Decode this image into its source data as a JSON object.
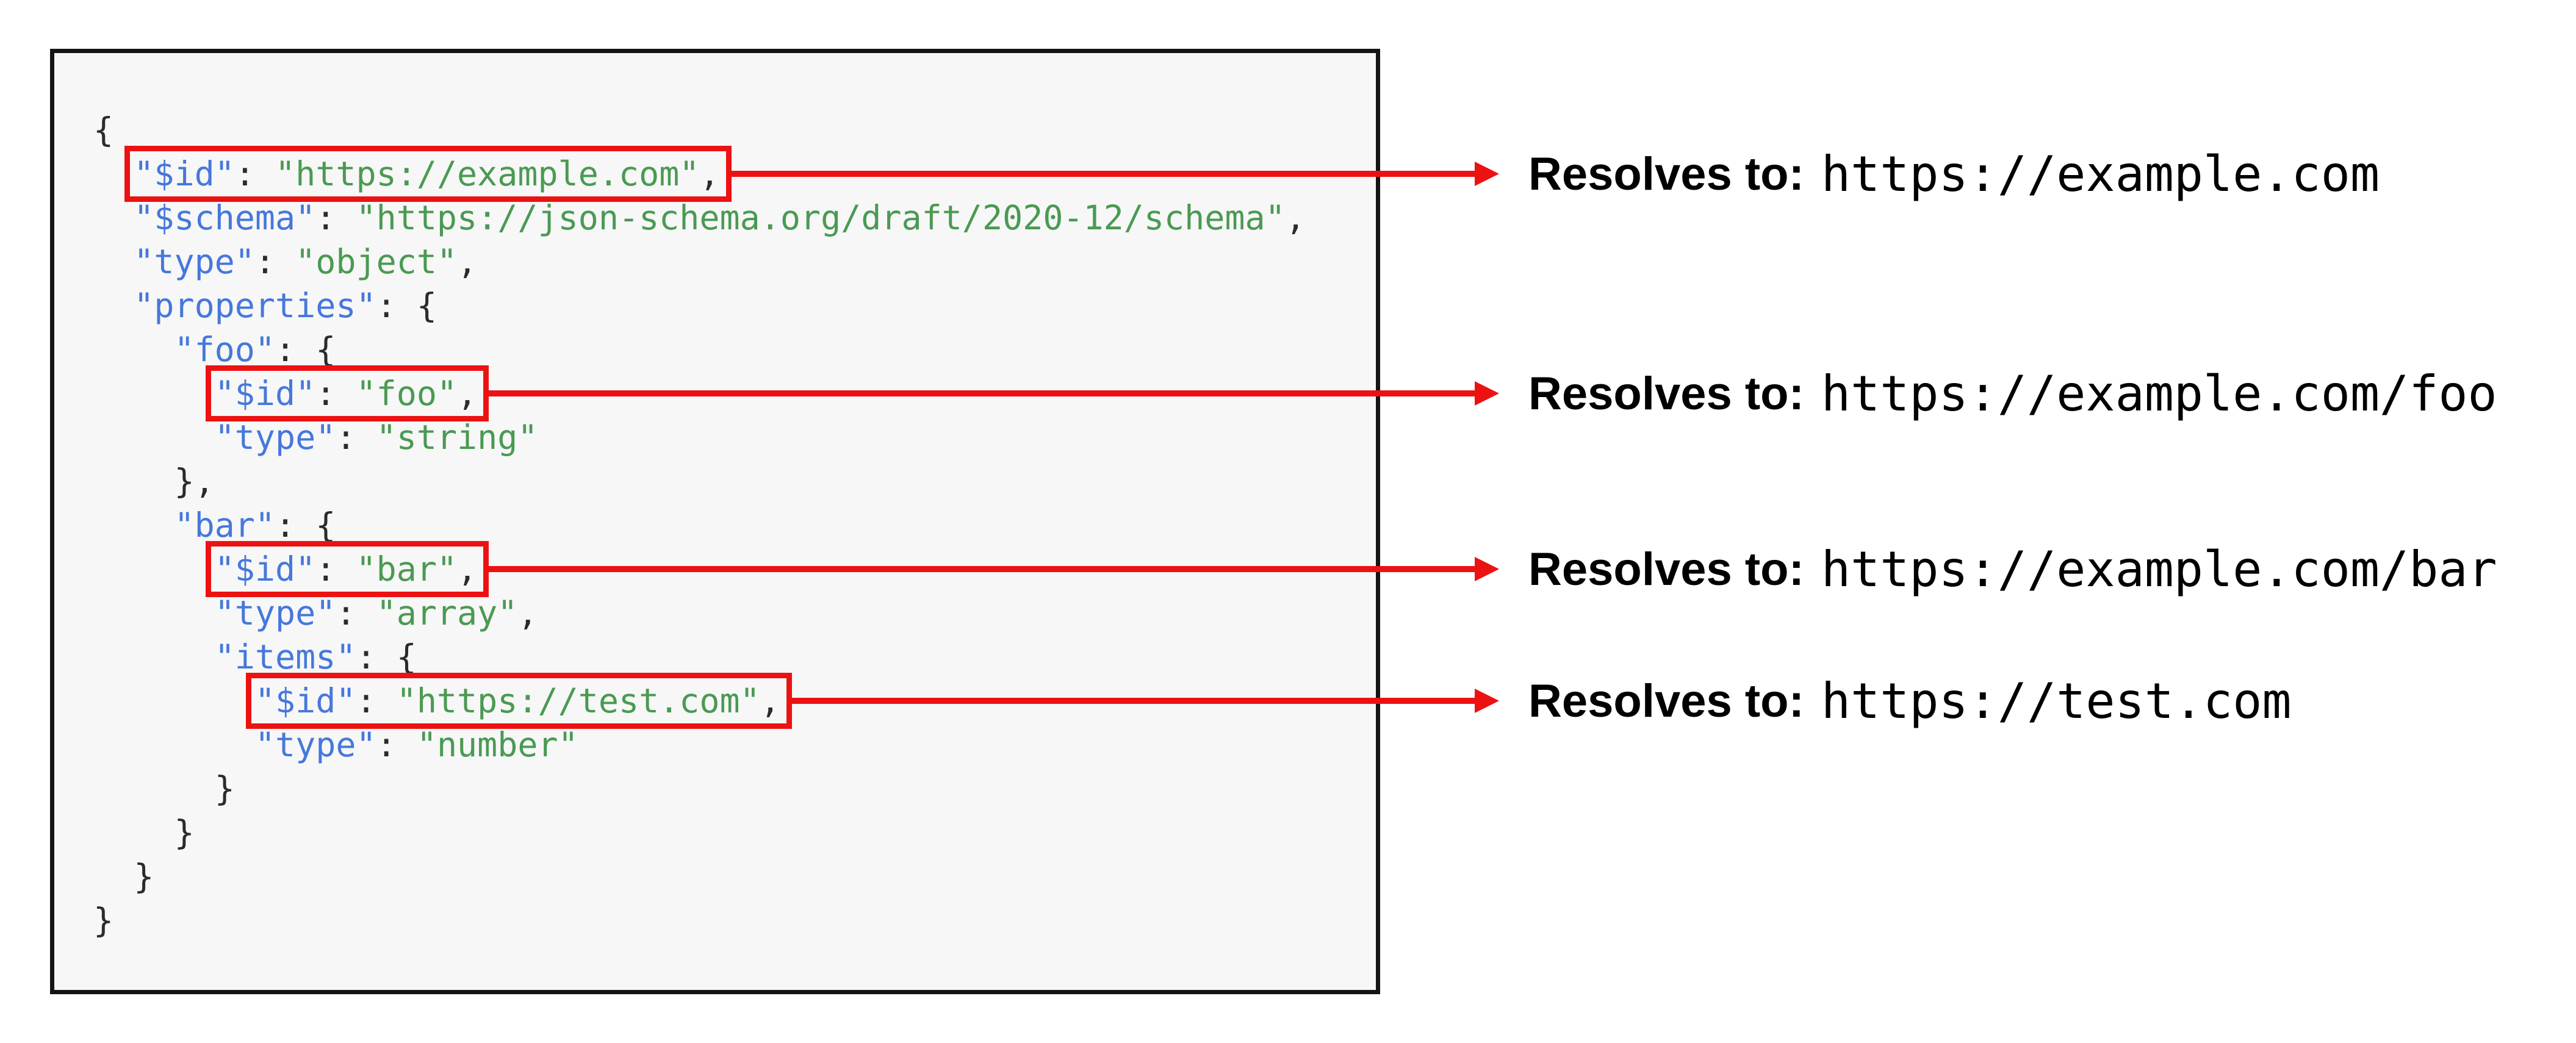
{
  "colors": {
    "key": "#4678dc",
    "string": "#4a9a52",
    "punct": "#2b2b2b",
    "red": "#ec1212",
    "code_bg": "#f7f7f7",
    "box_border": "#141414",
    "page_bg": "#ffffff",
    "annotation_text": "#000000"
  },
  "code_box": {
    "language": "json",
    "lines": [
      {
        "indent": 0,
        "tokens": [
          {
            "c": "p",
            "v": "{"
          }
        ]
      },
      {
        "indent": 1,
        "highlight": 0,
        "tokens": [
          {
            "c": "k",
            "v": "\"$id\""
          },
          {
            "c": "p",
            "v": ": "
          },
          {
            "c": "s",
            "v": "\"https://example.com\""
          },
          {
            "c": "p",
            "v": ","
          }
        ]
      },
      {
        "indent": 1,
        "tokens": [
          {
            "c": "k",
            "v": "\"$schema\""
          },
          {
            "c": "p",
            "v": ": "
          },
          {
            "c": "s",
            "v": "\"https://json-schema.org/draft/2020-12/schema\""
          },
          {
            "c": "p",
            "v": ","
          }
        ]
      },
      {
        "indent": 1,
        "tokens": [
          {
            "c": "k",
            "v": "\"type\""
          },
          {
            "c": "p",
            "v": ": "
          },
          {
            "c": "s",
            "v": "\"object\""
          },
          {
            "c": "p",
            "v": ","
          }
        ]
      },
      {
        "indent": 1,
        "tokens": [
          {
            "c": "k",
            "v": "\"properties\""
          },
          {
            "c": "p",
            "v": ": {"
          }
        ]
      },
      {
        "indent": 2,
        "tokens": [
          {
            "c": "k",
            "v": "\"foo\""
          },
          {
            "c": "p",
            "v": ": {"
          }
        ]
      },
      {
        "indent": 3,
        "highlight": 1,
        "tokens": [
          {
            "c": "k",
            "v": "\"$id\""
          },
          {
            "c": "p",
            "v": ": "
          },
          {
            "c": "s",
            "v": "\"foo\""
          },
          {
            "c": "p",
            "v": ","
          }
        ]
      },
      {
        "indent": 3,
        "tokens": [
          {
            "c": "k",
            "v": "\"type\""
          },
          {
            "c": "p",
            "v": ": "
          },
          {
            "c": "s",
            "v": "\"string\""
          }
        ]
      },
      {
        "indent": 2,
        "tokens": [
          {
            "c": "p",
            "v": "},"
          }
        ]
      },
      {
        "indent": 2,
        "tokens": [
          {
            "c": "k",
            "v": "\"bar\""
          },
          {
            "c": "p",
            "v": ": {"
          }
        ]
      },
      {
        "indent": 3,
        "highlight": 2,
        "tokens": [
          {
            "c": "k",
            "v": "\"$id\""
          },
          {
            "c": "p",
            "v": ": "
          },
          {
            "c": "s",
            "v": "\"bar\""
          },
          {
            "c": "p",
            "v": ","
          }
        ]
      },
      {
        "indent": 3,
        "tokens": [
          {
            "c": "k",
            "v": "\"type\""
          },
          {
            "c": "p",
            "v": ": "
          },
          {
            "c": "s",
            "v": "\"array\""
          },
          {
            "c": "p",
            "v": ","
          }
        ]
      },
      {
        "indent": 3,
        "tokens": [
          {
            "c": "k",
            "v": "\"items\""
          },
          {
            "c": "p",
            "v": ": {"
          }
        ]
      },
      {
        "indent": 4,
        "highlight": 3,
        "tokens": [
          {
            "c": "k",
            "v": "\"$id\""
          },
          {
            "c": "p",
            "v": ": "
          },
          {
            "c": "s",
            "v": "\"https://test.com\""
          },
          {
            "c": "p",
            "v": ","
          }
        ]
      },
      {
        "indent": 4,
        "tokens": [
          {
            "c": "k",
            "v": "\"type\""
          },
          {
            "c": "p",
            "v": ": "
          },
          {
            "c": "s",
            "v": "\"number\""
          }
        ]
      },
      {
        "indent": 3,
        "tokens": [
          {
            "c": "p",
            "v": "}"
          }
        ]
      },
      {
        "indent": 2,
        "tokens": [
          {
            "c": "p",
            "v": "}"
          }
        ]
      },
      {
        "indent": 1,
        "tokens": [
          {
            "c": "p",
            "v": "}"
          }
        ]
      },
      {
        "indent": 0,
        "tokens": [
          {
            "c": "p",
            "v": "}"
          }
        ]
      }
    ]
  },
  "annotations": [
    {
      "label": "Resolves to:",
      "value": "https://example.com"
    },
    {
      "label": "Resolves to:",
      "value": "https://example.com/foo"
    },
    {
      "label": "Resolves to:",
      "value": "https://example.com/bar"
    },
    {
      "label": "Resolves to:",
      "value": "https://test.com"
    }
  ]
}
